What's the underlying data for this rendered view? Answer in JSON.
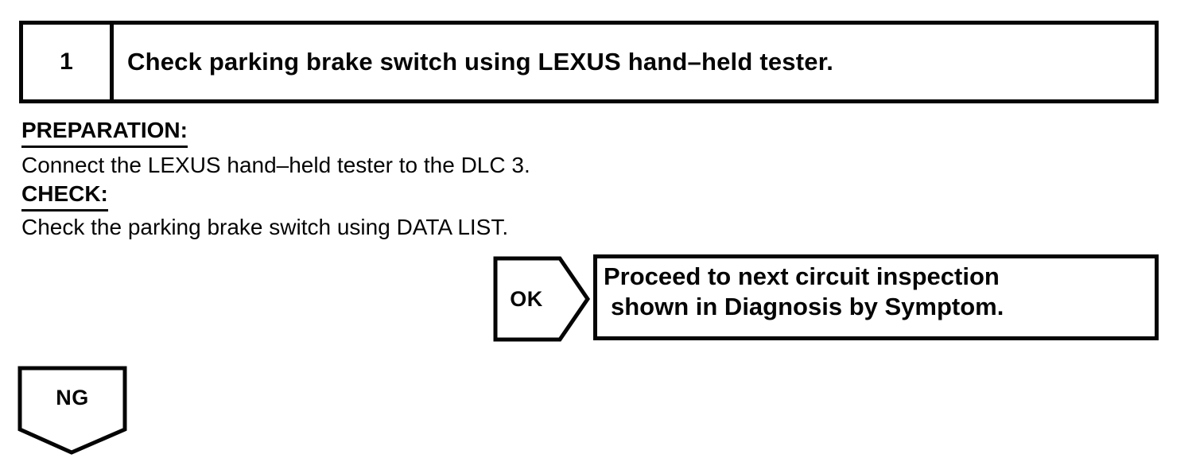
{
  "page": {
    "background": "#ffffff",
    "ink": "#050505"
  },
  "step": {
    "number": "1",
    "title": "Check parking brake switch using LEXUS hand–held tester."
  },
  "preparation": {
    "label": "PREPARATION:",
    "body": "Connect the LEXUS hand–held tester to the DLC 3."
  },
  "check": {
    "label": "CHECK:",
    "body": "Check the parking brake switch using DATA LIST."
  },
  "ok_branch": {
    "label": "OK",
    "line1": "Proceed to next circuit inspection",
    "line2": "shown in Diagnosis by Symptom."
  },
  "ng_branch": {
    "label": "NG"
  }
}
